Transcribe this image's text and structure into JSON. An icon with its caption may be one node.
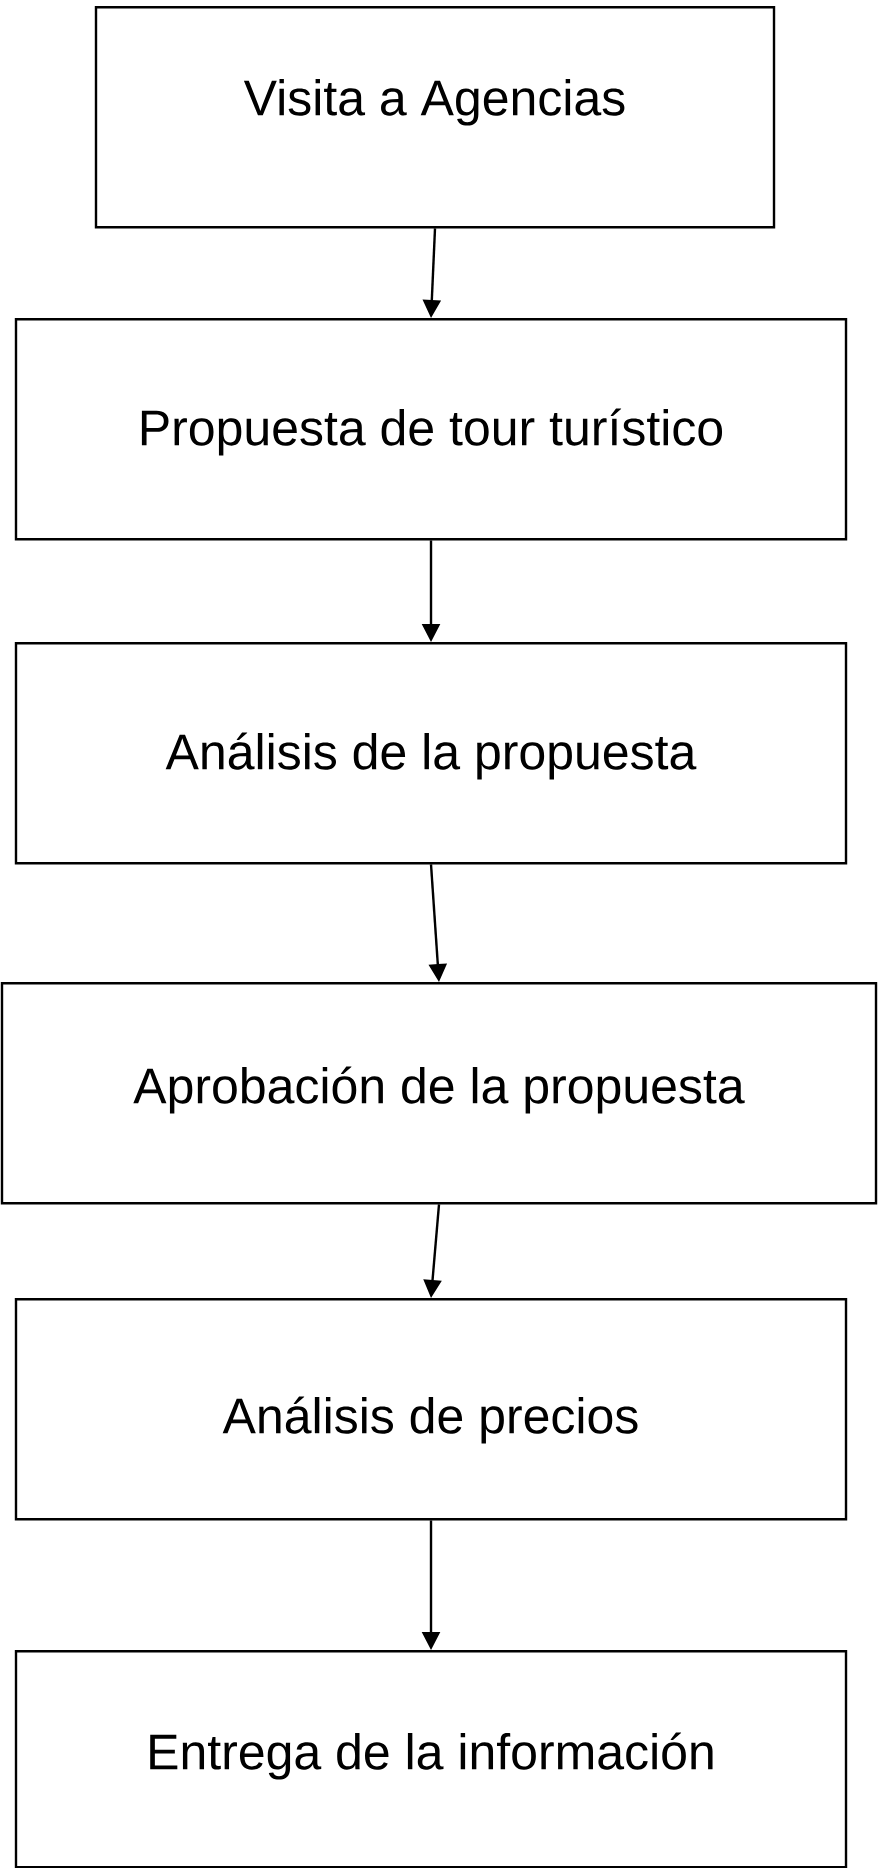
{
  "diagram": {
    "nodes": [
      {
        "text": [
          "Visita a Agencias"
        ]
      },
      {
        "text": [
          "Propuesta de tour turístico"
        ]
      },
      {
        "text": [
          "Análisis de la propuesta"
        ]
      },
      {
        "text": [
          "Aprobación de la propuesta"
        ]
      },
      {
        "text": [
          "Análisis de precios"
        ]
      },
      {
        "text": [
          "Entrega de la información"
        ]
      }
    ],
    "edges": [
      {
        "from": 0,
        "to": 1,
        "arrow": "to"
      },
      {
        "from": 1,
        "to": 2,
        "arrow": "to"
      },
      {
        "from": 2,
        "to": 3,
        "arrow": "to"
      },
      {
        "from": 3,
        "to": 4,
        "arrow": "to"
      },
      {
        "from": 4,
        "to": 5,
        "arrow": "to"
      }
    ]
  }
}
